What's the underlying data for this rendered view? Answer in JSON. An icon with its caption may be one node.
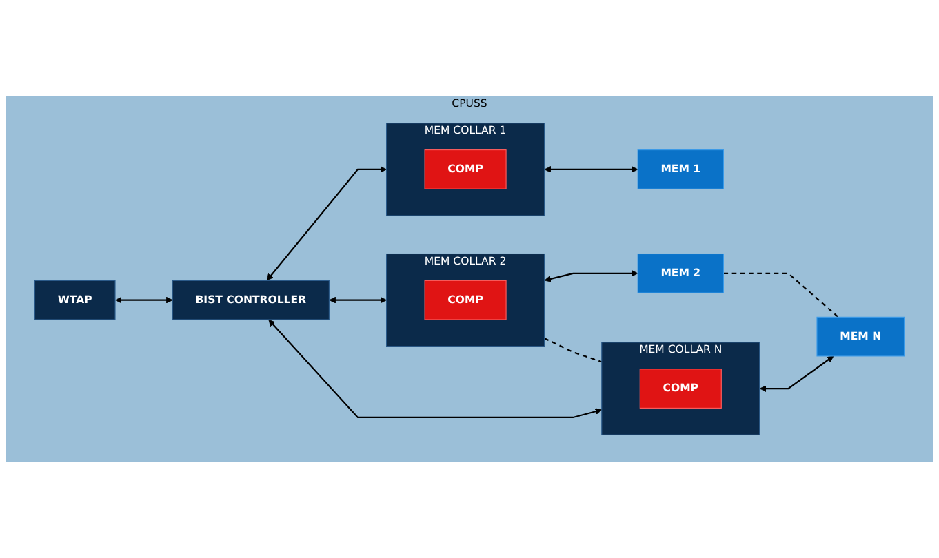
{
  "diagram": {
    "nodes": [
      {
        "text": [
          "CPUSS"
        ]
      },
      {
        "text": [
          "WTAP"
        ],
        "in": 0
      },
      {
        "text": [
          "BIST CONTROLLER"
        ],
        "in": 0
      },
      {
        "text": [
          "MEM COLLAR 1"
        ],
        "in": 0
      },
      {
        "text": [
          "COMP"
        ],
        "in": 3
      },
      {
        "text": [
          "MEM COLLAR 2"
        ],
        "in": 0
      },
      {
        "text": [
          "COMP"
        ],
        "in": 5
      },
      {
        "text": [
          "MEM COLLAR N"
        ],
        "in": 0
      },
      {
        "text": [
          "COMP"
        ],
        "in": 7
      },
      {
        "text": [
          "MEM 1"
        ],
        "in": 0
      },
      {
        "text": [
          "MEM 2"
        ],
        "in": 0
      },
      {
        "text": [
          "MEM N"
        ],
        "in": 0
      }
    ],
    "edges": [
      {
        "from": 1,
        "to": 2,
        "arrow": "both"
      },
      {
        "from": 2,
        "to": 3,
        "arrow": "both"
      },
      {
        "from": 2,
        "to": 5,
        "arrow": "both"
      },
      {
        "from": 2,
        "to": 7,
        "arrow": "both"
      },
      {
        "from": 3,
        "to": 9,
        "arrow": "both"
      },
      {
        "from": 5,
        "to": 10,
        "arrow": "both"
      },
      {
        "from": 7,
        "to": 11,
        "arrow": "both"
      },
      {
        "from": 5,
        "to": 7,
        "arrow": "none",
        "style": "dashed"
      },
      {
        "from": 10,
        "to": 11,
        "arrow": "none",
        "style": "dashed"
      }
    ]
  }
}
